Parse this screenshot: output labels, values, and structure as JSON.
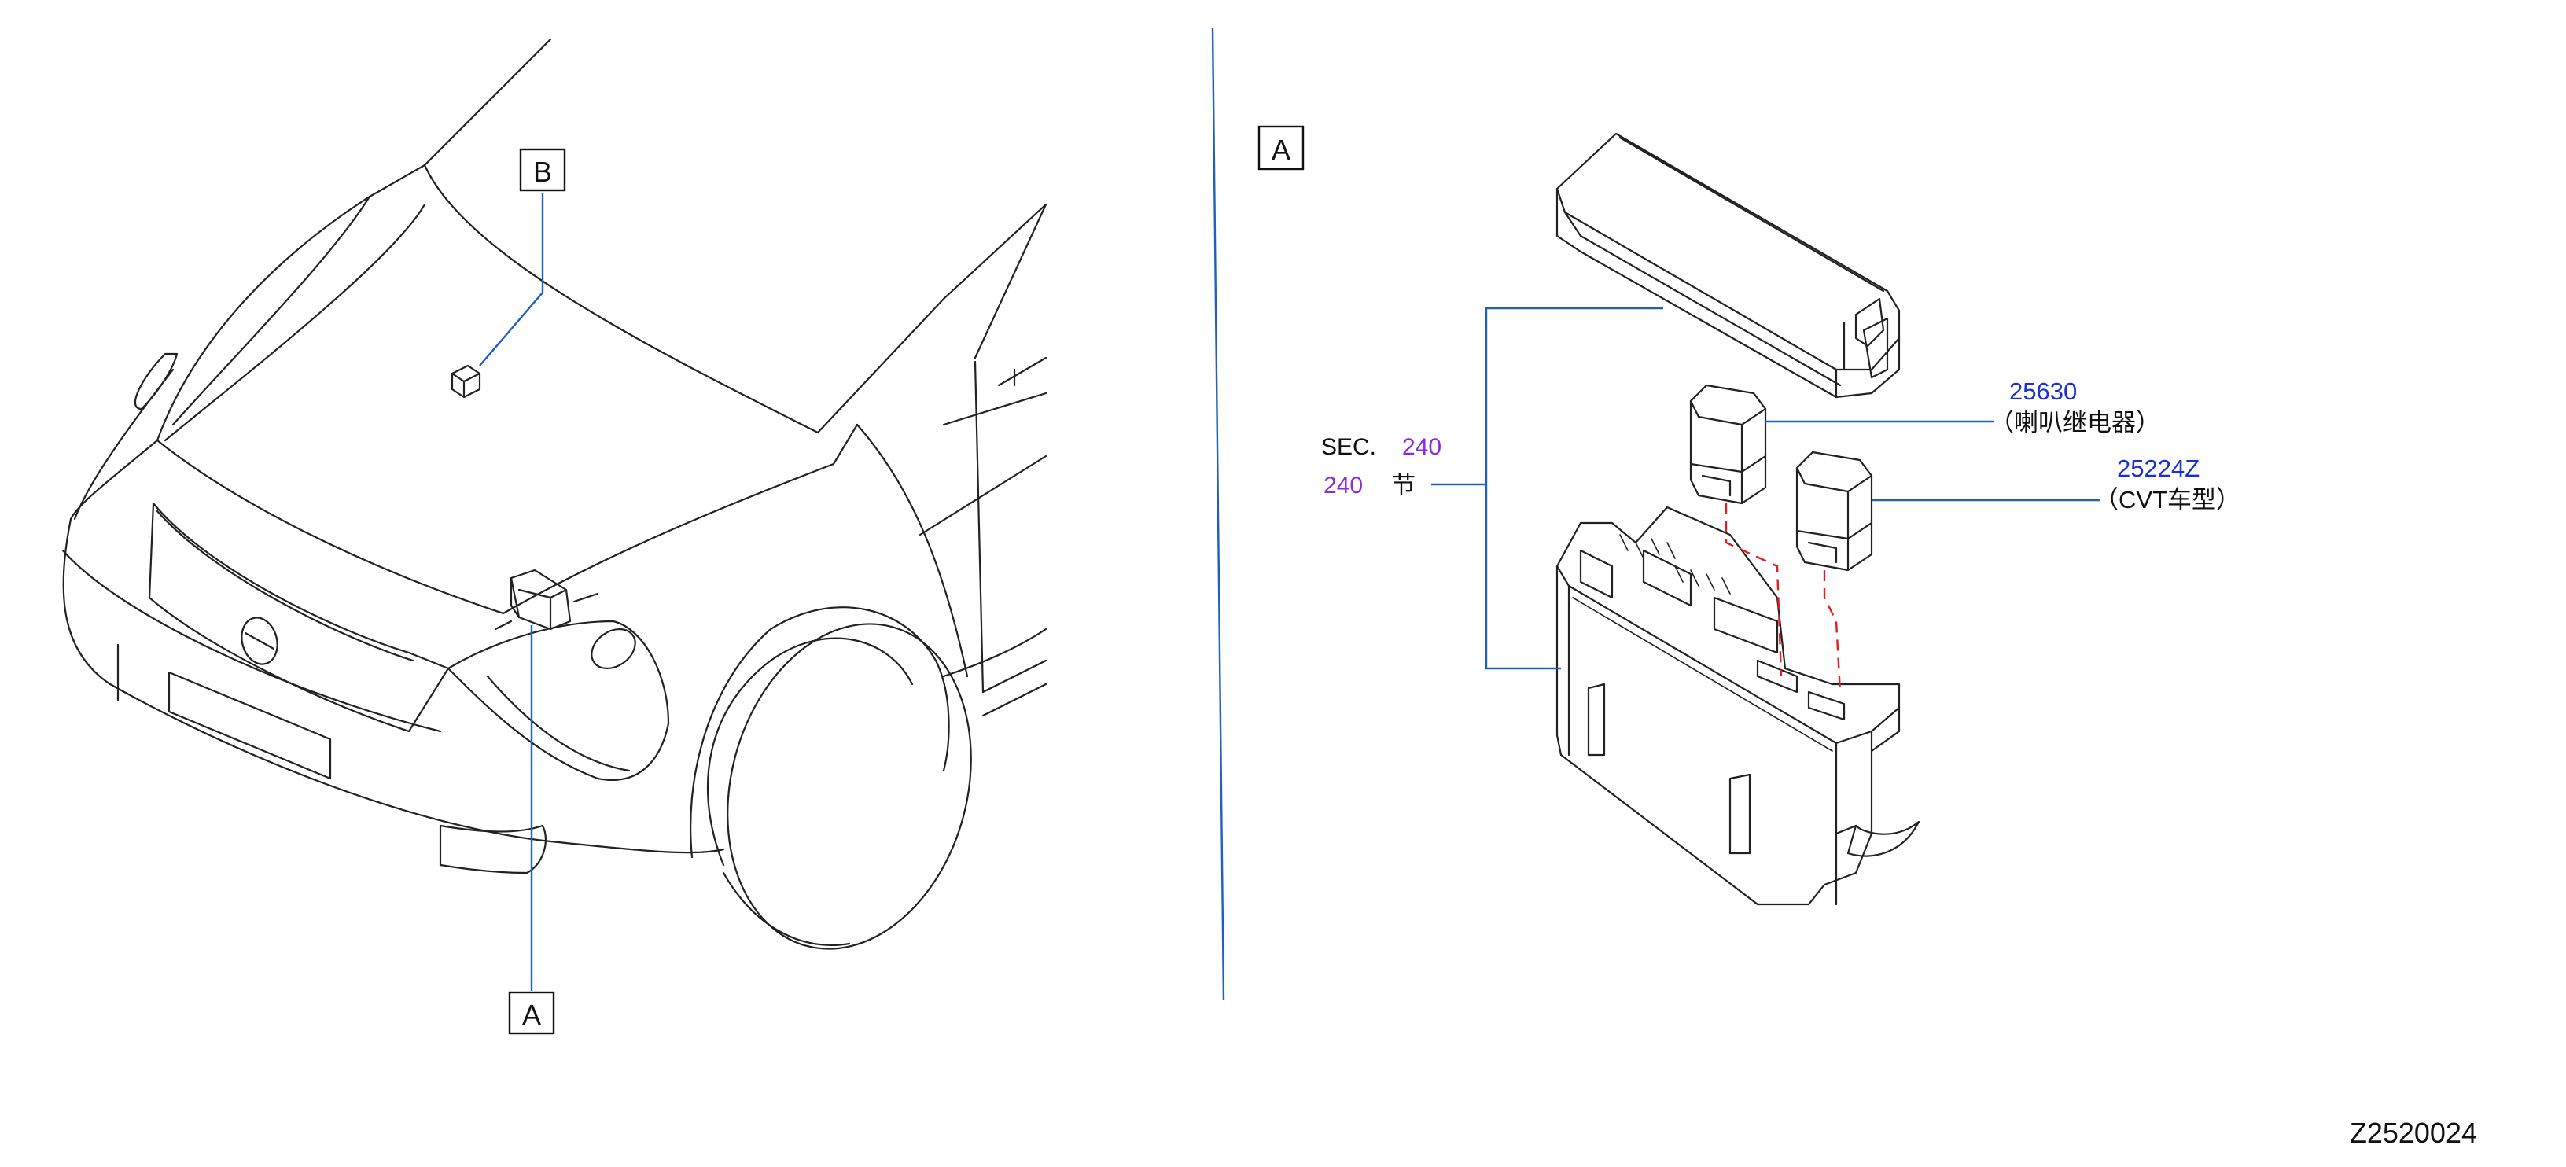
{
  "labels": {
    "left_B": "B",
    "left_A": "A",
    "right_A": "A"
  },
  "callouts": {
    "sec_prefix": "SEC.",
    "sec_number": "240",
    "sec_number_2": "240",
    "sec_suffix": "节",
    "part1_number": "25630",
    "part1_desc": "（喇叭继电器）",
    "part2_number": "25224Z",
    "part2_desc": "（CVT车型）"
  },
  "footer": {
    "drawing_id": "Z2520024"
  },
  "colors": {
    "leader_blue": "#1f5fbf",
    "part_number_blue": "#1a2fd6",
    "section_purple": "#8a2be2",
    "hidden_line_red": "#e02020",
    "outline": "#222222"
  }
}
